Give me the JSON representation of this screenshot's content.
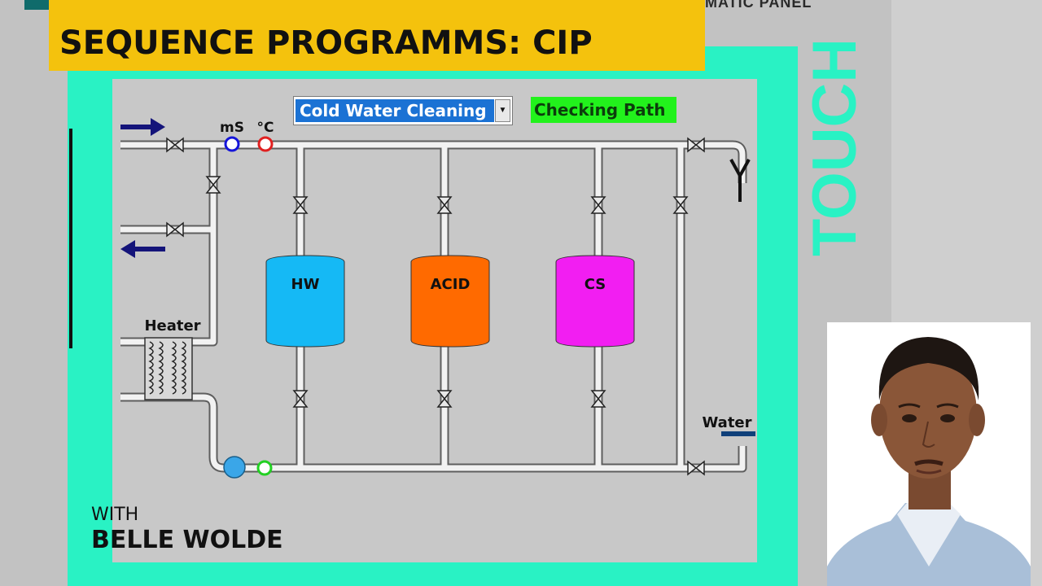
{
  "header": {
    "title": "SEQUENCE PROGRAMMS: CIP",
    "panel_label": "MATIC PANEL",
    "side_label": "TOUCH"
  },
  "hmi": {
    "program_select": {
      "value": "Cold Water Cleaning"
    },
    "status": "Checking Path",
    "tanks": [
      {
        "label": "HW",
        "color": "#15b9f5"
      },
      {
        "label": "ACID",
        "color": "#ff6a00"
      },
      {
        "label": "CS",
        "color": "#f21ef2"
      }
    ],
    "heater_label": "Heater",
    "conductivity_label": "mS",
    "temperature_label": "°C",
    "water_label": "Water"
  },
  "presenter": {
    "with_label": "WITH",
    "name": "BELLE WOLDE"
  },
  "colors": {
    "banner": "#f4c20d",
    "frame_accent": "#29f2c4",
    "status_green": "#22f21c",
    "select_blue": "#1b72d4",
    "arrow_navy": "#14147a"
  }
}
